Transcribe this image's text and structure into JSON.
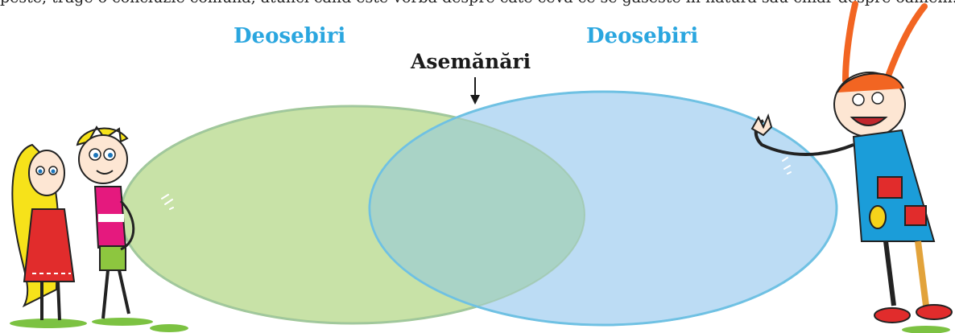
{
  "top_text": "peste, trage o concluzie comuna, atunci cand este vorba despre cate ceva ce se gaseste in natura sau chiar despre oameni.",
  "labels": {
    "left_diff": "Deosebiri",
    "right_diff": "Deosebiri",
    "similarities": "Asemănări"
  },
  "colors": {
    "left_fill": "#c8e2a7",
    "left_stroke": "#a3c98e",
    "right_fill": "#bcdcf4",
    "right_stroke": "#6fc1e3",
    "overlap": "#a9d3c6",
    "label_blue": "#2aa6df"
  }
}
